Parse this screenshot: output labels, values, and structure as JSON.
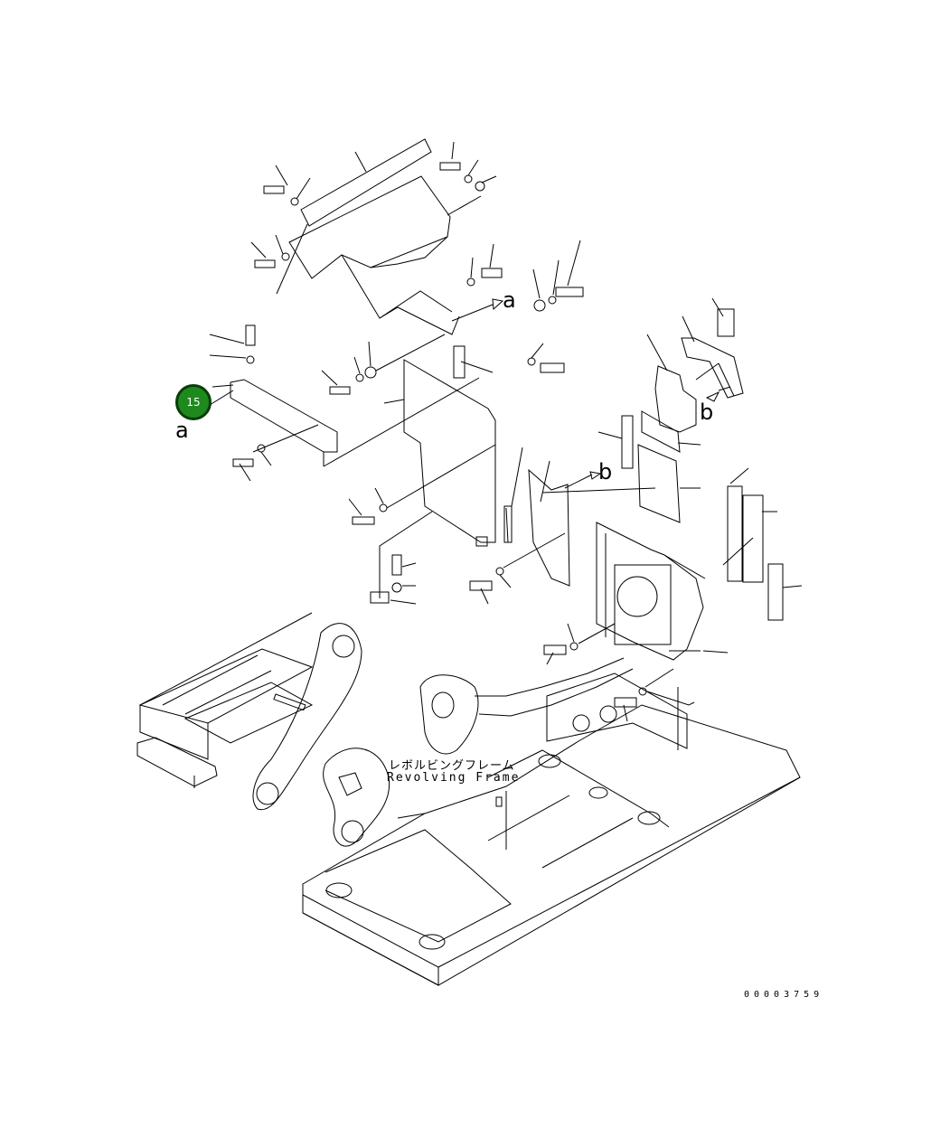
{
  "callout": {
    "number": "15"
  },
  "letters": {
    "a_top": "a",
    "a_left": "a",
    "b_top": "b",
    "b_mid": "b"
  },
  "caption": {
    "japanese": "レボルビングフレーム",
    "english": "Revolving Frame"
  },
  "document_number": "00003759",
  "colors": {
    "callout_fill": "#1e8a1e",
    "callout_border": "#0a3d0a",
    "line": "#000000",
    "background": "#ffffff"
  }
}
